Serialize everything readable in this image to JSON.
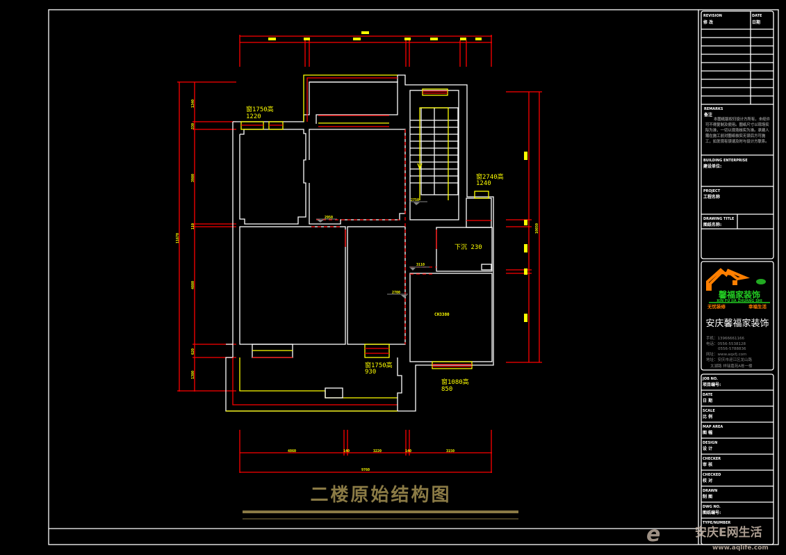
{
  "drawing": {
    "title": "二楼原始结构图",
    "labels": {
      "window_top_left": "窗1750高",
      "window_top_left_width": "1220",
      "window_right": "窗2740高",
      "window_right_width": "1240",
      "window_bottom": "窗1750高",
      "window_bottom_width": "930",
      "window_bottom_right": "窗1080高",
      "window_bottom_right_width": "850",
      "kitchen_level": "下沉 230",
      "ceiling_height": "CH3380"
    },
    "levels": [
      "2950",
      "2750",
      "3110",
      "2700"
    ],
    "dims_left": [
      "1340",
      "330",
      "3980",
      "110",
      "4880",
      "620",
      "1380"
    ],
    "dims_left_total": "11670",
    "dims_right": "10850",
    "dims_bottom": [
      "4860",
      "140",
      "3220",
      "140",
      "3150"
    ],
    "dims_bottom_total": "9760"
  },
  "title_block": {
    "revision_label": "REVISION",
    "revision_cn": "修 改",
    "date_label": "DATE",
    "date_cn": "日期",
    "remarks_label": "REMARKS",
    "remarks_cn": "备注",
    "remarks_text": "本图纸版权归设计方所有，未经许可不得复制及使用。图纸尺寸以现场实际为准，一切以现场核实为准。承建人需在施工前对图纸核实无误后方可施工，如发现有误请及时与设计方联系。",
    "building_label": "BUILDING ENTERPRISE",
    "building_cn": "建设单位:",
    "project_label": "PROJECT",
    "project_cn": "工程名称",
    "drawing_title_label": "DRAWING TITLE",
    "drawing_title_cn": "图纸名称:",
    "company_logo_text": "馨福家装饰",
    "company_logo_pinyin": "XIN FU JIA ZHUANG SHI",
    "slogan_left": "无忧装修",
    "slogan_right": "幸福生活",
    "company_name": "安庆馨福家装饰",
    "contact": [
      "手机：13966661166",
      "电话：0556-5538128",
      "0556-5788836",
      "网址：www.aqxfj.com",
      "地址：安庆市迎江区龙山路",
      "太湖路 祥瑞嘉苑A栋一楼"
    ],
    "fields": [
      {
        "label": "JOB NO.",
        "value": "项目编号:"
      },
      {
        "label": "DATE",
        "value": "日 期"
      },
      {
        "label": "SCALE",
        "value": "比 例"
      },
      {
        "label": "MAP AREA",
        "value": "图 幅"
      },
      {
        "label": "DESIGN",
        "value": "设 计"
      },
      {
        "label": "CHECKER",
        "value": "审 核"
      },
      {
        "label": "CHECKED",
        "value": "校 对"
      },
      {
        "label": "DRAWN",
        "value": "制 图"
      },
      {
        "label": "DWG NO.",
        "value": "图纸编号:"
      },
      {
        "label": "TYPE/NUMBER",
        "value": ""
      }
    ]
  },
  "watermark": {
    "text": "安庆E网生活",
    "url": "www.aqlife.com"
  },
  "colors": {
    "wall": "#ffffff",
    "window": "#ff0000",
    "dimension": "#ffff00",
    "title": "#8a7a45",
    "logo_orange": "#ff7f00",
    "logo_green": "#22cc22"
  }
}
